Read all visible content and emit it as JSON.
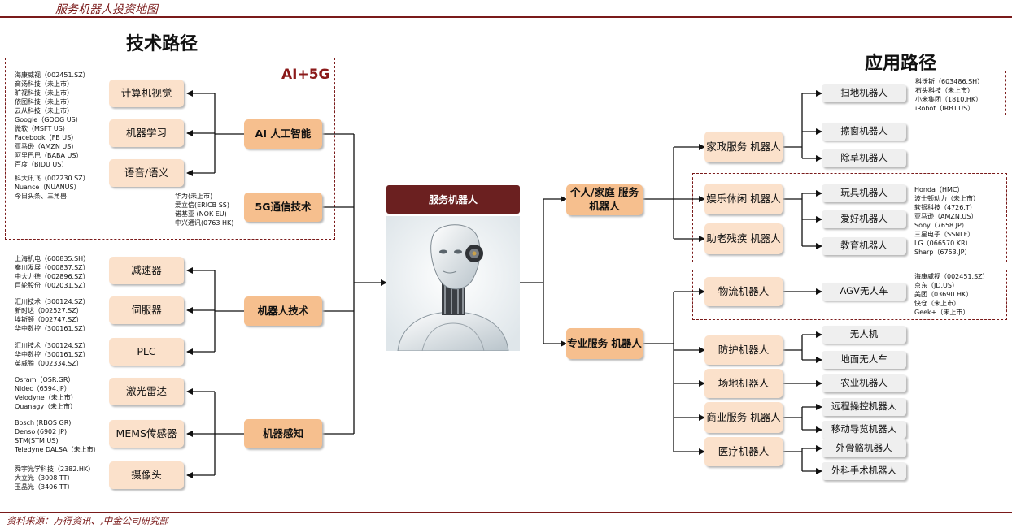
{
  "header": {
    "title": "服务机器人投资地图"
  },
  "source": "资料来源：万得资讯、,中金公司研究部",
  "left": {
    "title": "技术路径",
    "badge": "AI+5G",
    "groups": {
      "ai": {
        "label": "AI 人工智能"
      },
      "g5": {
        "label": "5G通信技术"
      },
      "robot": {
        "label": "机器人技术"
      },
      "sense": {
        "label": "机器感知"
      }
    },
    "techs": {
      "cv": "计算机视觉",
      "ml": "机器学习",
      "speech": "语音/语义",
      "reducer": "减速器",
      "servo": "伺服器",
      "plc": "PLC",
      "lidar": "激光雷达",
      "mems": "MEMS传感器",
      "camera": "摄像头"
    },
    "lists": {
      "cv": [
        "海康威视（002451.SZ）",
        "商汤科技（未上市）",
        "旷视科技（未上市）",
        "依图科技（未上市）",
        "云从科技（未上市）",
        "Google（GOOG US）",
        "微软（MSFT US）",
        "Facebook（FB US）",
        "亚马逊（AMZN US）",
        "阿里巴巴（BABA US）",
        "百度（BIDU US）"
      ],
      "speech": [
        "科大讯飞（002230.SZ）",
        "Nuance（NUANUS）",
        "今日头条、三角兽"
      ],
      "g5": [
        "华为(未上市)",
        "爱立信(ERICB SS)",
        "诺基亚 (NOK EU)",
        "中兴通讯(0763 HK)"
      ],
      "reducer": [
        "上海机电（600835.SH）",
        "秦川发展（000837.SZ）",
        "中大力德（002896.SZ）",
        "巨轮股份（002031.SZ）"
      ],
      "servo": [
        "汇川技术（300124.SZ）",
        "新时达（002527.SZ）",
        "埃斯顿（002747.SZ）",
        "华中数控（300161.SZ）"
      ],
      "plc": [
        "汇川技术（300124.SZ）",
        "华中数控（300161.SZ）",
        "英威腾（002334.SZ）"
      ],
      "lidar": [
        "Osram（OSR.GR）",
        "Nidec（6594.JP）",
        "Velodyne（未上市）",
        "Quanagy（未上市）"
      ],
      "mems": [
        "Bosch (RBOS GR)",
        "Denso (6902 JP)",
        "STM(STM US)",
        "Teledyne DALSA（未上市）"
      ],
      "camera": [
        "舜宇光学科技（2382.HK）",
        "大立光（3008 TT）",
        "玉晶光（3406 TT）"
      ]
    }
  },
  "center": {
    "label": "服务机器人"
  },
  "right": {
    "title": "应用路径",
    "categories": {
      "personal": "个人/家庭 服务机器人",
      "professional": "专业服务 机器人"
    },
    "subs": {
      "household": "家政服务 机器人",
      "entertainment": "娱乐休闲 机器人",
      "elderly": "助老残疾 机器人",
      "logistics": "物流机器人",
      "defense": "防护机器人",
      "field": "场地机器人",
      "commercial": "商业服务 机器人",
      "medical": "医疗机器人"
    },
    "leaves": {
      "sweep": "扫地机器人",
      "window": "擦窗机器人",
      "lawn": "除草机器人",
      "toy": "玩具机器人",
      "hobby": "爱好机器人",
      "edu": "教育机器人",
      "agv": "AGV无人车",
      "drone": "无人机",
      "ground": "地面无人车",
      "agri": "农业机器人",
      "remote": "远程操控机器人",
      "guide": "移动导览机器人",
      "exo": "外骨骼机器人",
      "surgery": "外科手术机器人"
    },
    "lists": {
      "sweep": [
        "科沃斯（603486.SH）",
        "石头科技（未上市）",
        "小米集团（1810.HK）",
        "iRobot（IRBT.US）"
      ],
      "entertainment": [
        "Honda（HMC）",
        "波士顿动力（未上市）",
        "软银科技（4726.T）",
        "亚马逊（AMZN.US）",
        "Sony（7658.JP）",
        "三星电子（SSNLF）",
        "LG（066570.KR）",
        "Sharp（6753.JP）"
      ],
      "agv": [
        "海康威视（002451.SZ）",
        "京东（JD.US）",
        "美团（03690.HK）",
        "快仓（未上市）",
        "Geek+（未上市）"
      ]
    }
  },
  "theme": {
    "accent": "#7a1a1a",
    "box_light": "#fbe1cb",
    "box_strong": "#f6bf8e",
    "leaf_gray": "#efefef",
    "center_box": "#6b2020"
  }
}
